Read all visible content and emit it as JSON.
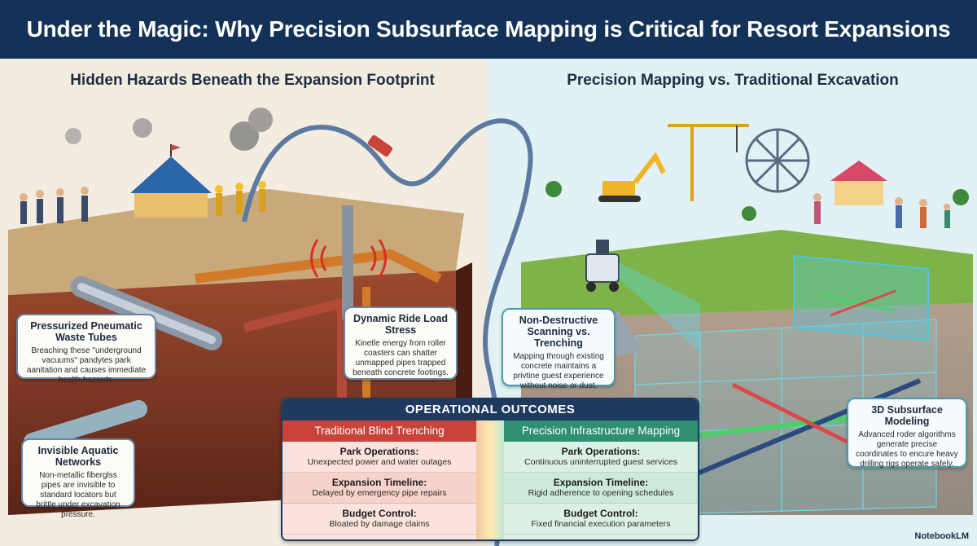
{
  "title": "Under the Magic: Why Precision Subsurface Mapping is Critical for Resort Expansions",
  "left_section_title": "Hidden Hazards Beneath the Expansion Footprint",
  "right_section_title": "Precision Mapping vs. Traditional Excavation",
  "callouts": {
    "pneumatic": {
      "heading": "Pressurized Pneumatic Waste Tubes",
      "body": "Breaching these \"underground vacuums\" pandytes park aanitation and causes immediate health hazards."
    },
    "ride_load": {
      "heading": "Dynamic Ride Load Stress",
      "body": "Kinetle energy from roller coasters can shatter unmapped pipes trapped beneath concrete footings."
    },
    "aquatic": {
      "heading": "Invisible Aquatic Networks",
      "body": "Non-metallic fiberglss pipes are invisible to standard locators but brittle under excavation pressure."
    },
    "scanning": {
      "heading": "Non-Destructive Scanning vs. Trenching",
      "body": "Mapping through existing concrete maintains a privtine guest experience without noise or dust."
    },
    "modeling": {
      "heading": "3D Subsurface Modeling",
      "body": "Advanced roder algorithms generate precise coordinates to encure heavy drilling rigs operate safely."
    }
  },
  "outcomes": {
    "heading": "OPERATIONAL OUTCOMES",
    "traditional": {
      "label": "Traditional Blind Trenching",
      "rows": [
        {
          "key": "Park Operations:",
          "value": "Unexpected power and water outages"
        },
        {
          "key": "Expansion Timeline:",
          "value": "Delayed by emergency pipe repairs"
        },
        {
          "key": "Budget Control:",
          "value": "Bloated by damage claims"
        }
      ]
    },
    "precision": {
      "label": "Precision Infrastructure Mapping",
      "rows": [
        {
          "key": "Park Operations:",
          "value": "Continuous uninterrupted guest services"
        },
        {
          "key": "Expansion Timeline:",
          "value": "Rigid adherence to opening schedules"
        },
        {
          "key": "Budget Control:",
          "value": "Fixed financial execution parameters"
        }
      ]
    }
  },
  "brand": "NotebookLM",
  "colors": {
    "header_bg": "#143257",
    "traditional_accent": "#c8433a",
    "precision_accent": "#2f8f73"
  }
}
